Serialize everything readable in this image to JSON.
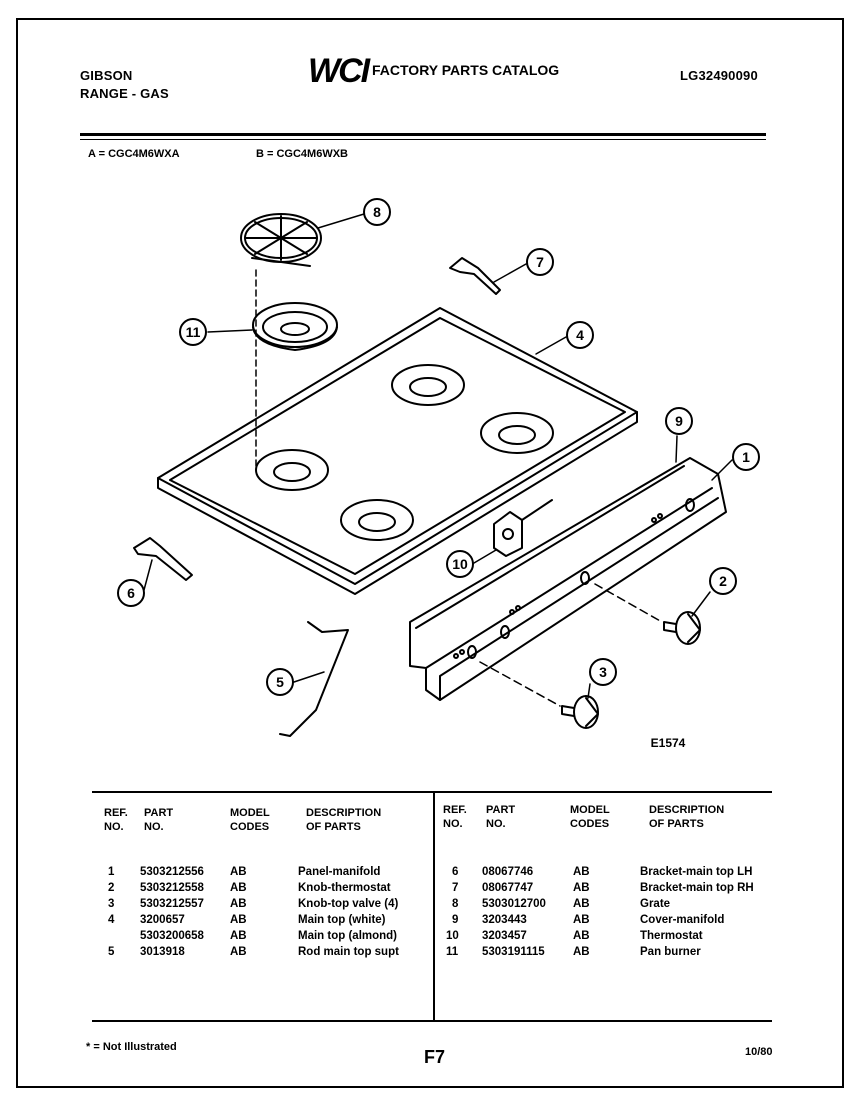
{
  "header": {
    "brand": "GIBSON",
    "product": "RANGE - GAS",
    "logo": "WCI",
    "catalog_title": "FACTORY PARTS CATALOG",
    "catalog_number": "LG32490090"
  },
  "models": {
    "a": "A = CGC4M6WXA",
    "b": "B = CGC4M6WXB"
  },
  "diagram": {
    "code": "E1574",
    "callouts": [
      "1",
      "2",
      "3",
      "4",
      "5",
      "6",
      "7",
      "8",
      "9",
      "10",
      "11"
    ]
  },
  "table": {
    "headers": {
      "ref": [
        "REF.",
        "NO."
      ],
      "part": [
        "PART",
        "NO."
      ],
      "model": [
        "MODEL",
        "CODES"
      ],
      "desc": [
        "DESCRIPTION",
        "OF PARTS"
      ]
    },
    "left_rows": [
      {
        "ref": "1",
        "part": "5303212556",
        "codes": "AB",
        "desc": "Panel-manifold"
      },
      {
        "ref": "2",
        "part": "5303212558",
        "codes": "AB",
        "desc": "Knob-thermostat"
      },
      {
        "ref": "3",
        "part": "5303212557",
        "codes": "AB",
        "desc": "Knob-top valve (4)"
      },
      {
        "ref": "4",
        "part": "3200657",
        "codes": "AB",
        "desc": "Main top (white)"
      },
      {
        "ref": "",
        "part": "5303200658",
        "codes": "AB",
        "desc": "Main top (almond)"
      },
      {
        "ref": "5",
        "part": "3013918",
        "codes": "AB",
        "desc": "Rod main top supt"
      }
    ],
    "right_rows": [
      {
        "ref": "6",
        "part": "08067746",
        "codes": "AB",
        "desc": "Bracket-main top LH"
      },
      {
        "ref": "7",
        "part": "08067747",
        "codes": "AB",
        "desc": "Bracket-main top RH"
      },
      {
        "ref": "8",
        "part": "5303012700",
        "codes": "AB",
        "desc": "Grate"
      },
      {
        "ref": "9",
        "part": "3203443",
        "codes": "AB",
        "desc": "Cover-manifold"
      },
      {
        "ref": "10",
        "part": "3203457",
        "codes": "AB",
        "desc": "Thermostat"
      },
      {
        "ref": "11",
        "part": "5303191115",
        "codes": "AB",
        "desc": "Pan burner"
      }
    ]
  },
  "footer": {
    "note": "* = Not Illustrated",
    "page": "F7",
    "date": "10/80"
  }
}
